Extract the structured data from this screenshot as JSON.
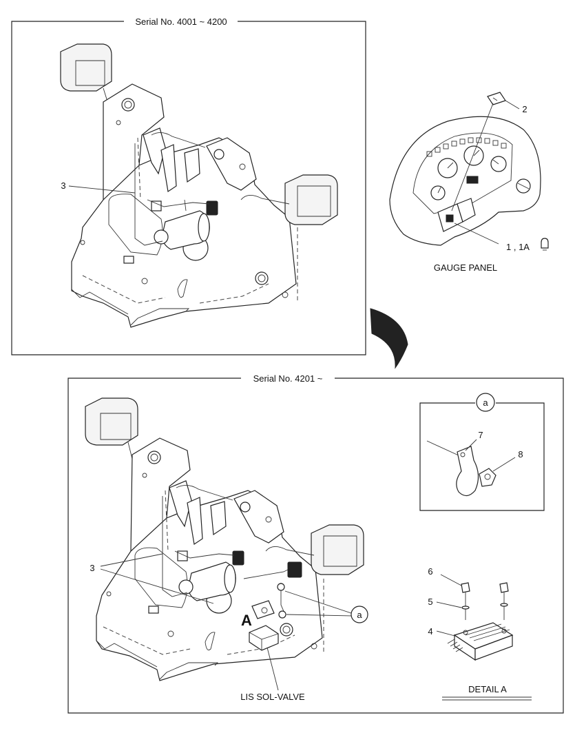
{
  "diagram": {
    "top_panel": {
      "title": "Serial No. 4001 ~ 4200"
    },
    "bottom_panel": {
      "title": "Serial No. 4201 ~"
    },
    "gauge_panel": {
      "label": "GAUGE PANEL"
    },
    "detail_a": {
      "title": "DETAIL  A",
      "letter": "A"
    },
    "detail_small_a": {
      "label": "a"
    },
    "valve_label": "LIS SOL-VALVE",
    "callouts": {
      "c3_top": "3",
      "c2": "2",
      "c1_1a": "1 , 1A",
      "c7": "7",
      "c8": "8",
      "c3_bottom": "3",
      "ca_bottom": "a",
      "c6": "6",
      "c5": "5",
      "c4": "4"
    }
  }
}
